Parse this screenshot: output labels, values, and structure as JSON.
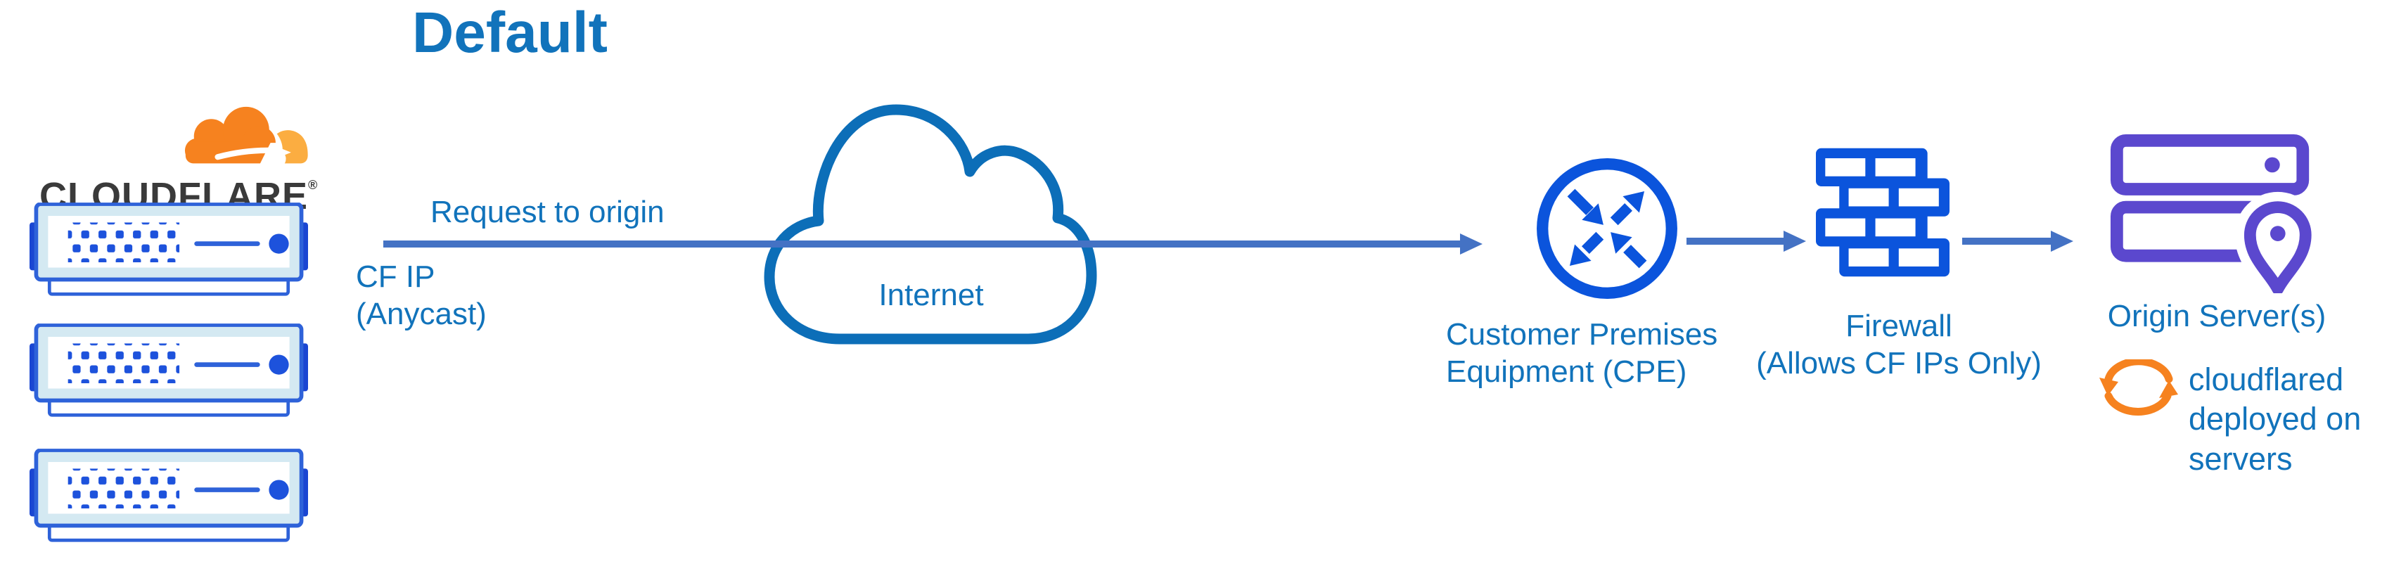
{
  "diagram": {
    "title": "Default",
    "brand": {
      "wordmark": "CLOUDFLARE",
      "registered_mark": "®"
    },
    "labels": {
      "request": "Request to origin",
      "cf_ip_line1": "CF IP",
      "cf_ip_line2": "(Anycast)",
      "internet": "Internet",
      "cpe_line1": "Customer Premises",
      "cpe_line2": "Equipment (CPE)",
      "firewall_line1": "Firewall",
      "firewall_line2": "(Allows CF IPs Only)",
      "origin": "Origin Server(s)",
      "cloudflared_note": "cloudflared deployed on servers"
    },
    "colors": {
      "label_blue": "#1173BB",
      "connector_blue": "#4472C4",
      "icon_blue": "#0B54DC",
      "cloud_blue": "#0C6EB8",
      "server_border_blue": "#2E62D9",
      "server_tab_blue": "#1A46D2",
      "server_dot_blue": "#1D52DC",
      "server_body_fill": "#D4E9F2",
      "origin_purple": "#5B48CE",
      "brand_orange": "#F6821F",
      "brand_orange_light": "#FBAD41",
      "wordmark_color": "#3A3A3A"
    }
  }
}
